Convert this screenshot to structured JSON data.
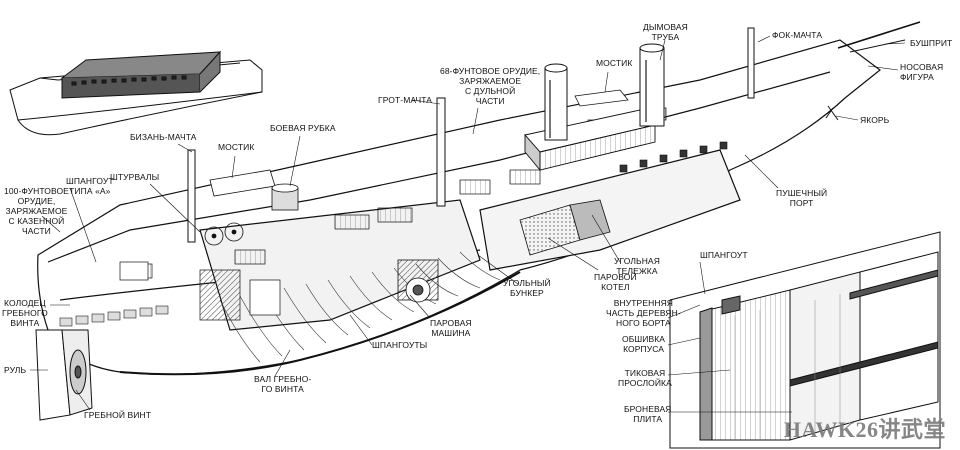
{
  "labels": {
    "bowsprit": "БУШПРИТ",
    "figurehead": "НОСОВАЯ\nФИГУРА",
    "anchor": "ЯКОРЬ",
    "foremast": "ФОК-МАЧТА",
    "funnel": "ДЫМОВАЯ\nТРУБА",
    "bridge_fwd": "МОСТИК",
    "muzzle_gun": "68-ФУНТОВОЕ ОРУДИЕ,\nЗАРЯЖАЕМОЕ\nС ДУЛЬНОЙ\nЧАСТИ",
    "mainmast": "ГРОТ-МАЧТА",
    "conning_tower": "БОЕВАЯ РУБКА",
    "bridge_aft": "МОСТИК",
    "mizzenmast": "БИЗАНЬ-МАЧТА",
    "wheels": "ШТУРВАЛЫ",
    "frame_a": "ШПАНГОУТ\nТИПА «А»",
    "breech_gun": "100-ФУНТОВОЕ\nОРУДИЕ,\nЗАРЯЖАЕМОЕ\nС КАЗЕННОЙ\nЧАСТИ",
    "gun_port": "ПУШЕЧНЫЙ\nПОРТ",
    "coal_cart": "УГОЛЬНАЯ\nТЕЛЕЖКА",
    "boiler": "ПАРОВОЙ\nКОТЕЛ",
    "coal_bunker": "УГОЛЬНЫЙ\nБУНКЕР",
    "steam_engine": "ПАРОВАЯ\nМАШИНА",
    "frames": "ШПАНГОУТЫ",
    "shaft": "ВАЛ ГРЕБНО-\nГО ВИНТА",
    "prop_well": "КОЛОДЕЦ\nГРЕБНОГО\nВИНТА",
    "rudder": "РУЛЬ",
    "propeller": "ГРЕБНОЙ ВИНТ",
    "frame": "ШПАНГОУТ",
    "inner_wood": "ВНУТРЕННЯЯ\nЧАСТЬ ДЕРЕВЯН-\nНОГО БОРТА",
    "hull_plating": "ОБШИВКА\nКОРПУСА",
    "teak_backing": "ТИКОВАЯ\nПРОСЛОЙКА",
    "armor_plate": "БРОНЕВАЯ\nПЛИТА"
  },
  "watermark": "HAWK26讲武堂"
}
